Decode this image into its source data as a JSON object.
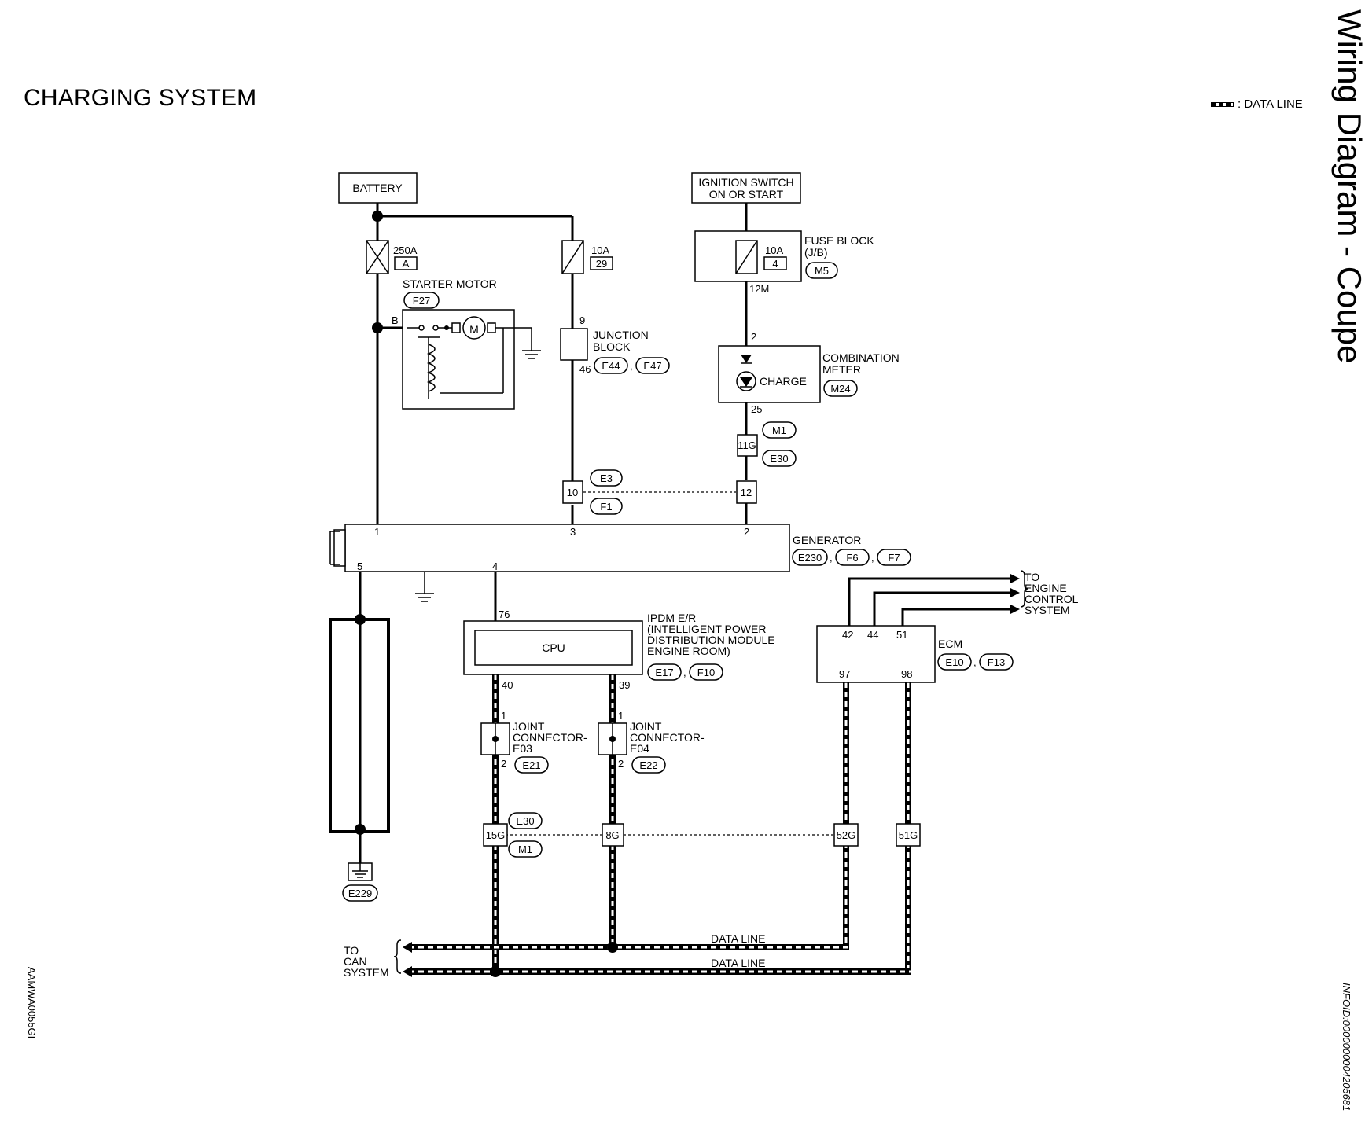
{
  "page_title": "CHARGING SYSTEM",
  "side_title": "Wiring Diagram - Coupe",
  "legend": {
    "label": ": DATA LINE"
  },
  "code_left": "AAMWA0055GI",
  "code_right": "INFOID:0000000004205681",
  "battery": {
    "label": "BATTERY"
  },
  "ignition": {
    "line1": "IGNITION SWITCH",
    "line2": "ON OR START"
  },
  "fuse_250": {
    "rating": "250A",
    "id": "A"
  },
  "fuse_10_29": {
    "rating": "10A",
    "id": "29"
  },
  "fuse_block": {
    "rating": "10A",
    "id": "4",
    "label1": "FUSE BLOCK",
    "label2": "(J/B)",
    "connector": "M5",
    "pin": "12M"
  },
  "starter": {
    "label": "STARTER MOTOR",
    "connector": "F27",
    "terminal": "B",
    "motor": "M"
  },
  "junction_block": {
    "label1": "JUNCTION",
    "label2": "BLOCK",
    "pin_top": "9",
    "pin_bottom": "46",
    "connectors": [
      "E44",
      "E47"
    ]
  },
  "combination_meter": {
    "label1": "COMBINATION",
    "label2": "METER",
    "lamp": "CHARGE",
    "connector": "M24",
    "pin_top": "2",
    "pin_bottom": "25"
  },
  "inline_11g": {
    "pin": "11G",
    "connectors": [
      "M1",
      "E30"
    ]
  },
  "inline_e3": {
    "pins": [
      "10",
      "12"
    ],
    "connectors": [
      "E3",
      "F1"
    ]
  },
  "generator": {
    "label": "GENERATOR",
    "pins": [
      "1",
      "3",
      "2",
      "5",
      "4"
    ],
    "connectors": [
      "E230",
      "F6",
      "F7"
    ]
  },
  "ipdm": {
    "label1": "IPDM E/R",
    "label2": "(INTELLIGENT POWER",
    "label3": "DISTRIBUTION MODULE",
    "label4": "ENGINE ROOM)",
    "cpu": "CPU",
    "pin_top": "76",
    "pins_bottom": [
      "40",
      "39"
    ],
    "connectors": [
      "E17",
      "F10"
    ]
  },
  "joint_e03": {
    "label1": "JOINT",
    "label2": "CONNECTOR-",
    "label3": "E03",
    "pin_top": "1",
    "pin_bottom": "2",
    "connector": "E21"
  },
  "joint_e04": {
    "label1": "JOINT",
    "label2": "CONNECTOR-",
    "label3": "E04",
    "pin_top": "1",
    "pin_bottom": "2",
    "connector": "E22"
  },
  "ecm": {
    "label": "ECM",
    "pins_top": [
      "42",
      "44",
      "51"
    ],
    "pins_bottom": [
      "97",
      "98"
    ],
    "connectors": [
      "E10",
      "F13"
    ]
  },
  "engine_control": {
    "line1": "TO",
    "line2": "ENGINE",
    "line3": "CONTROL",
    "line4": "SYSTEM"
  },
  "inline_bottom": {
    "pins": [
      "15G",
      "8G",
      "52G",
      "51G"
    ],
    "connectors": [
      "E30",
      "M1"
    ]
  },
  "ground": {
    "connector": "E229"
  },
  "can": {
    "line1": "TO",
    "line2": "CAN",
    "line3": "SYSTEM",
    "data_line_1": "DATA LINE",
    "data_line_2": "DATA LINE"
  }
}
